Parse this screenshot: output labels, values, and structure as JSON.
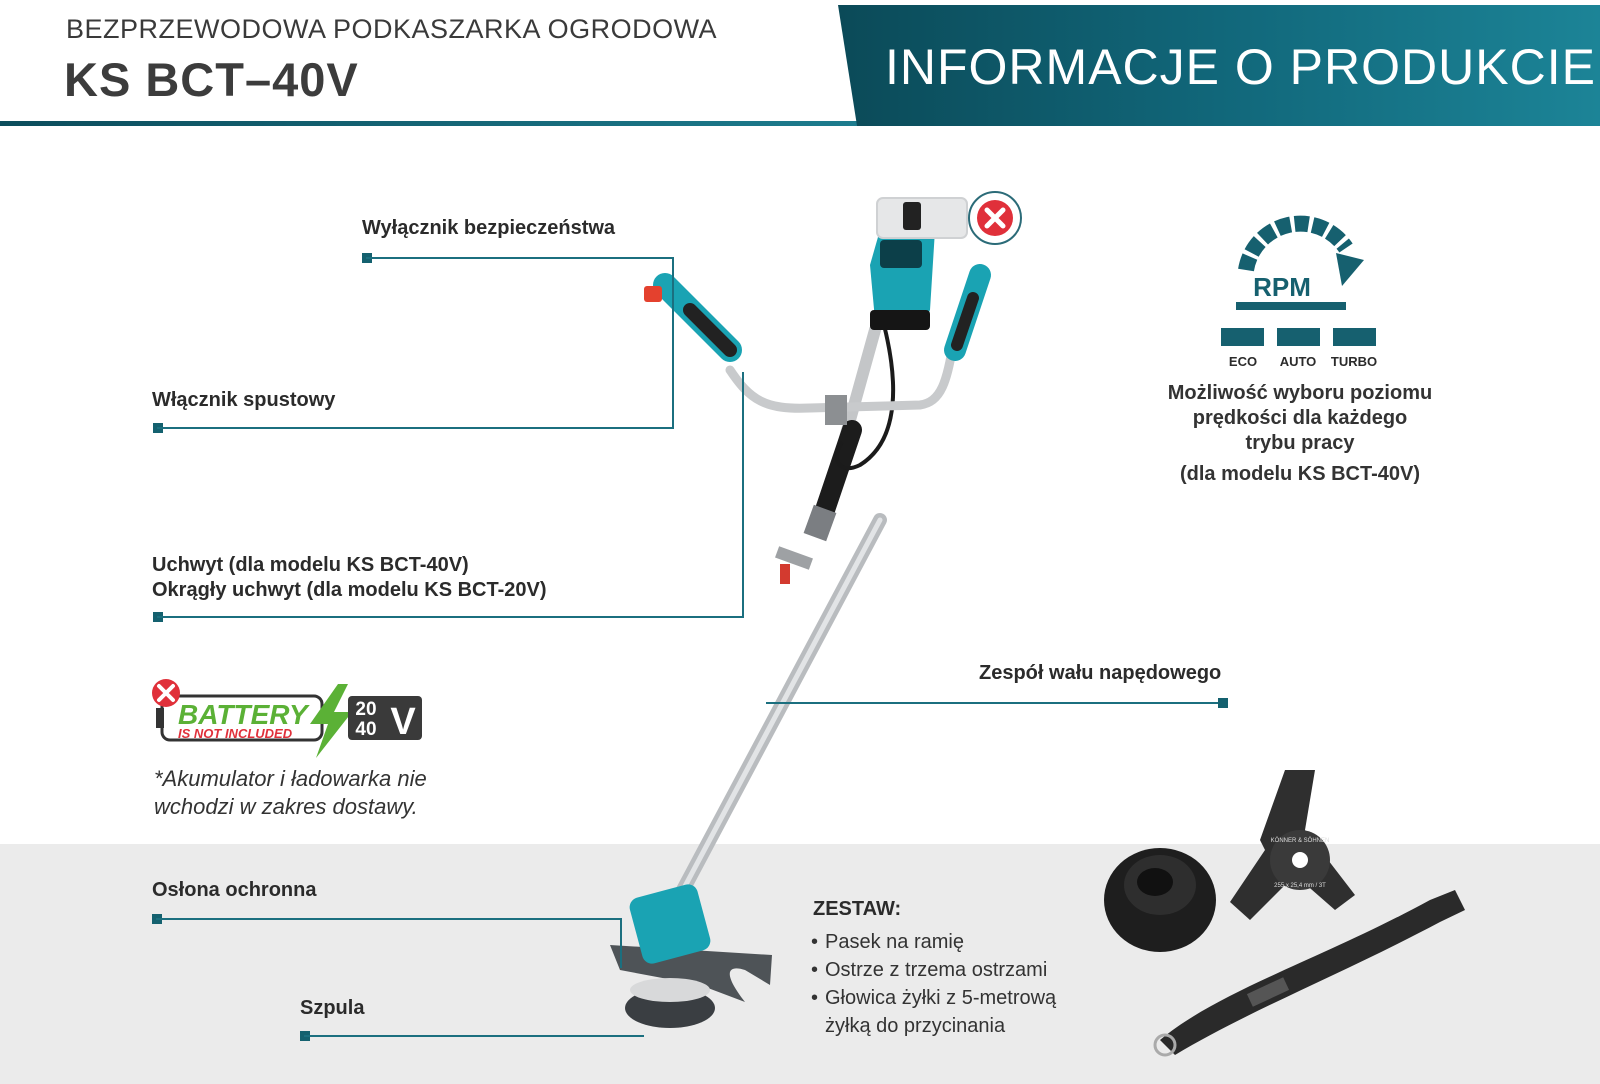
{
  "header": {
    "subtitle": "BEZPRZEWODOWA PODKASZARKA OGRODOWA",
    "model": "KS BCT–40V",
    "banner_title": "INFORMACJE O PRODUKCIE"
  },
  "callouts": {
    "safety_switch": "Wyłącznik bezpieczeństwa",
    "trigger": "Włącznik spustowy",
    "handle_line1": "Uchwyt (dla modelu KS BCT-40V)",
    "handle_line2": "Okrągły uchwyt (dla modelu KS BCT-20V)",
    "shaft": "Zespół wału napędowego",
    "guard": "Osłona ochronna",
    "spool": "Szpula"
  },
  "rpm": {
    "icon_label": "RPM",
    "modes": [
      "ECO",
      "AUTO",
      "TURBO"
    ],
    "desc_lines": [
      "Możliwość wyboru poziomu",
      "prędkości dla każdego",
      "trybu pracy"
    ],
    "desc_model": "(dla modelu KS BCT-40V)"
  },
  "battery": {
    "badge_word": "BATTERY",
    "badge_sub": "IS NOT INCLUDED",
    "voltage_top": "20",
    "voltage_bottom": "40",
    "voltage_unit": "V",
    "note_line1": "*Akumulator i ładowarka nie",
    "note_line2": "wchodzi w zakres dostawy."
  },
  "set": {
    "title": "ZESTAW:",
    "items": [
      "Pasek na ramię",
      "Ostrze z trzema ostrzami",
      "Głowica żyłki z 5-metrową",
      "żyłką do przycinania"
    ]
  },
  "accessory": {
    "blade_brand": "KÖNNER & SÖHNEN",
    "blade_spec": "255 x 25,4 mm / 3T"
  },
  "colors": {
    "brand_teal": "#11677a",
    "accent_line": "#1b6f7f",
    "tool_teal": "#1aa3b3",
    "warning_red": "#e0303a",
    "battery_green": "#5bb136"
  }
}
